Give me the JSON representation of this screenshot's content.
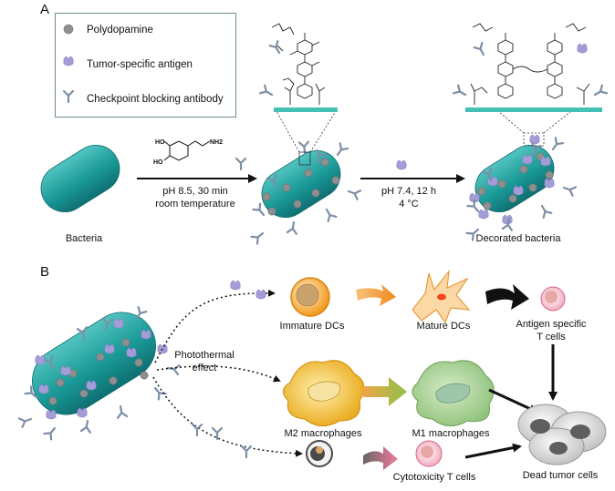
{
  "panels": {
    "a": "A",
    "b": "B"
  },
  "legend": {
    "items": [
      {
        "label": "Polydopamine",
        "icon": "polydopamine-icon"
      },
      {
        "label": "Tumor-specific antigen",
        "icon": "antigen-icon"
      },
      {
        "label": "Checkpoint blocking antibody",
        "icon": "antibody-icon"
      }
    ]
  },
  "panel_a": {
    "bacteria_label": "Bacteria",
    "step1_line1": "pH 8.5, 30 min",
    "step1_line2": "room temperature",
    "step2_line1": "pH 7.4, 12 h",
    "step2_line2": "4 °C",
    "decorated_label": "Decorated bacteria",
    "reagent_groups": {
      "ho1": "HO",
      "ho2": "HO",
      "nh2": "NH2"
    }
  },
  "panel_b": {
    "photothermal_line1": "Photothermal",
    "photothermal_line2": "effect",
    "immature_dcs": "Immature DCs",
    "mature_dcs": "Mature DCs",
    "antigen_t_line1": "Antigen specific",
    "antigen_t_line2": "T cells",
    "m2": "M2 macrophages",
    "m1": "M1 macrophages",
    "cytotoxic": "Cytotoxicity T cells",
    "dead": "Dead tumor cells"
  },
  "colors": {
    "bacterium": "#1fa3a0",
    "polydopamine": "#8a8a8a",
    "antigen": "#a49cd6",
    "antibody": "#7c8fa6",
    "dc_orange": "#f39a1e",
    "teal_bar": "#45c1b4"
  }
}
